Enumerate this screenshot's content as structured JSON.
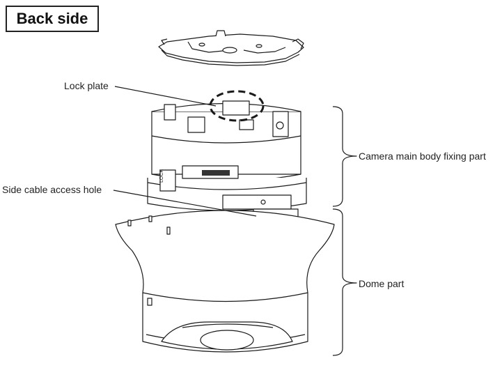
{
  "title": "Back side",
  "callouts": {
    "lock_plate": "Lock plate",
    "side_cable_access_hole": "Side cable access hole",
    "camera_main_body_fixing_part": "Camera main body fixing part",
    "dome_part": "Dome part"
  },
  "body_marking": "LOCK",
  "colors": {
    "line": "#1a1a1a",
    "fill": "#ffffff",
    "dark_detail": "#333333"
  }
}
